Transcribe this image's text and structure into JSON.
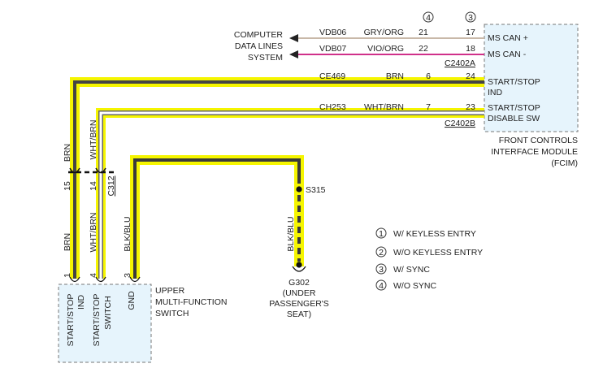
{
  "colors": {
    "highlight": "#f5f500",
    "module_fill": "#e6f4fc",
    "module_border": "#777777",
    "wire_gry_org": "#c8b8a8",
    "wire_vio_org": "#d0308a",
    "wire_dark": "#3a3a3a"
  },
  "header": {
    "col_a_badge": "4",
    "col_b_badge": "3"
  },
  "computer_label": {
    "line1": "COMPUTER",
    "line2": "DATA LINES",
    "line3": "SYSTEM"
  },
  "fcim": {
    "pin_ms_can_plus": "MS CAN +",
    "pin_ms_can_minus": "MS CAN -",
    "connector_a": "C2402A",
    "pin_start_stop_ind_1": "START/STOP",
    "pin_start_stop_ind_2": "IND",
    "pin_disable_1": "START/STOP",
    "pin_disable_2": "DISABLE SW",
    "connector_b": "C2402B",
    "name1": "FRONT CONTROLS",
    "name2": "INTERFACE MODULE",
    "name3": "(FCIM)"
  },
  "wires": [
    {
      "circuit": "VDB06",
      "color": "GRY/ORG",
      "pin_a": "21",
      "pin_b": "17"
    },
    {
      "circuit": "VDB07",
      "color": "VIO/ORG",
      "pin_a": "22",
      "pin_b": "18"
    },
    {
      "circuit": "CE469",
      "color": "BRN",
      "pin_a": "6",
      "pin_b": "24"
    },
    {
      "circuit": "CH253",
      "color": "WHT/BRN",
      "pin_a": "7",
      "pin_b": "23"
    }
  ],
  "c312": {
    "name": "C312",
    "brn_pin": "15",
    "whtbrn_pin": "14",
    "brn_upper": "BRN",
    "whtbrn_upper": "WHT/BRN",
    "brn_lower": "BRN",
    "whtbrn_lower": "WHT/BRN"
  },
  "gnd_wire": {
    "color": "BLK/BLU",
    "pin": "3"
  },
  "splice": {
    "name": "S315",
    "lower_color": "BLK/BLU"
  },
  "ground": {
    "name": "G302",
    "line2": "(UNDER",
    "line3": "PASSENGER'S",
    "line4": "SEAT)"
  },
  "switch": {
    "pin1": "1",
    "pin4": "4",
    "pin1_text1": "START/STOP",
    "pin1_text2": "IND",
    "pin4_text1": "START/STOP",
    "pin4_text2": "SWITCH",
    "pin3_text": "GND",
    "name1": "UPPER",
    "name2": "MULTI-FUNCTION",
    "name3": "SWITCH"
  },
  "legend": [
    {
      "num": "1",
      "text": "W/ KEYLESS ENTRY"
    },
    {
      "num": "2",
      "text": "W/O KEYLESS ENTRY"
    },
    {
      "num": "3",
      "text": "W/ SYNC"
    },
    {
      "num": "4",
      "text": "W/O SYNC"
    }
  ]
}
